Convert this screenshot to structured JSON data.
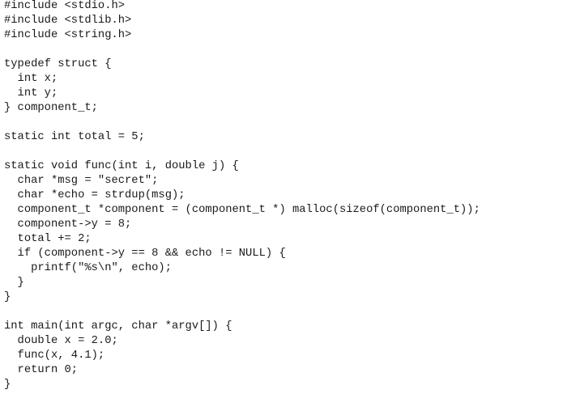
{
  "code": {
    "lines": [
      "#include <stdio.h>",
      "#include <stdlib.h>",
      "#include <string.h>",
      "",
      "typedef struct {",
      "  int x;",
      "  int y;",
      "} component_t;",
      "",
      "static int total = 5;",
      "",
      "static void func(int i, double j) {",
      "  char *msg = \"secret\";",
      "  char *echo = strdup(msg);",
      "  component_t *component = (component_t *) malloc(sizeof(component_t));",
      "  component->y = 8;",
      "  total += 2;",
      "  if (component->y == 8 && echo != NULL) {",
      "    printf(\"%s\\n\", echo);",
      "  }",
      "}",
      "",
      "int main(int argc, char *argv[]) {",
      "  double x = 2.0;",
      "  func(x, 4.1);",
      "  return 0;",
      "}"
    ]
  }
}
